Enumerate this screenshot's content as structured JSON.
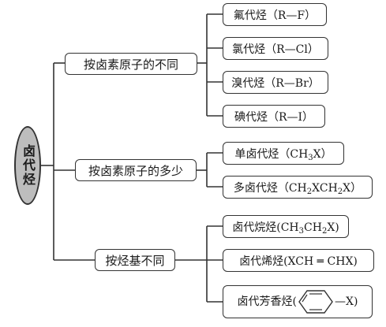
{
  "root": {
    "label": "卤代烃"
  },
  "groups": [
    {
      "label": "按卤素原子的不同",
      "items": [
        "氟代烃（R—F）",
        "氯代烃（R—Cl）",
        "溴代烃（R—Br）",
        "碘代烃（R—I）"
      ]
    },
    {
      "label": "按卤素原子的多少",
      "items": [
        {
          "prefix": "单卤代烃（CH",
          "sub1": "3",
          "rest": "X）"
        },
        {
          "prefix": "多卤代烃（CH",
          "sub1": "2",
          "mid": "XCH",
          "sub2": "2",
          "rest": "X）"
        }
      ]
    },
    {
      "label": "按烃基不同",
      "items": [
        {
          "prefix": "卤代烷烃(CH",
          "sub1": "3",
          "mid": "CH",
          "sub2": "2",
          "rest": "X)"
        },
        "卤代烯烃(XCH ═ CHX)",
        {
          "prefix": "卤代芳香烃(",
          "rest": "—X)"
        }
      ]
    }
  ],
  "colors": {
    "root_fill": "#bdbdbd",
    "stroke": "#333333"
  },
  "icons": {
    "benzene": "benzene-ring-icon"
  }
}
